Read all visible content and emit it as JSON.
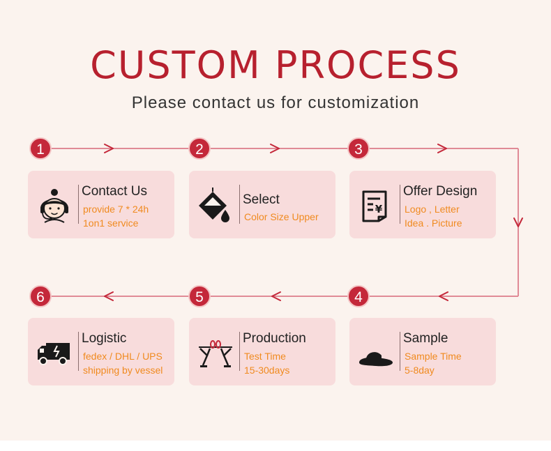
{
  "header": {
    "title": "CUSTOM PROCESS",
    "subtitle": "Please contact us for customization"
  },
  "colors": {
    "accent": "#b7202e",
    "card_bg": "#f8dcdc",
    "detail_text": "#f08a1f",
    "background": "#fbf3ee"
  },
  "steps": [
    {
      "number": "1",
      "title": "Contact Us",
      "lines": [
        "provide 7 * 24h",
        "1on1 service"
      ],
      "icon": "customer-service-icon"
    },
    {
      "number": "2",
      "title": "Select",
      "lines": [
        "Color Size Upper"
      ],
      "icon": "paint-bucket-icon"
    },
    {
      "number": "3",
      "title": "Offer Design",
      "lines": [
        "Logo , Letter",
        "Idea . Picture"
      ],
      "icon": "quotation-document-icon"
    },
    {
      "number": "4",
      "title": "Sample",
      "lines": [
        "Sample Time",
        "5-8day"
      ],
      "icon": "slipper-icon"
    },
    {
      "number": "5",
      "title": "Production",
      "lines": [
        "Test Time",
        "15-30days"
      ],
      "icon": "production-machine-icon"
    },
    {
      "number": "6",
      "title": "Logistic",
      "lines": [
        "fedex / DHL / UPS",
        "shipping by vessel"
      ],
      "icon": "delivery-truck-icon"
    }
  ]
}
